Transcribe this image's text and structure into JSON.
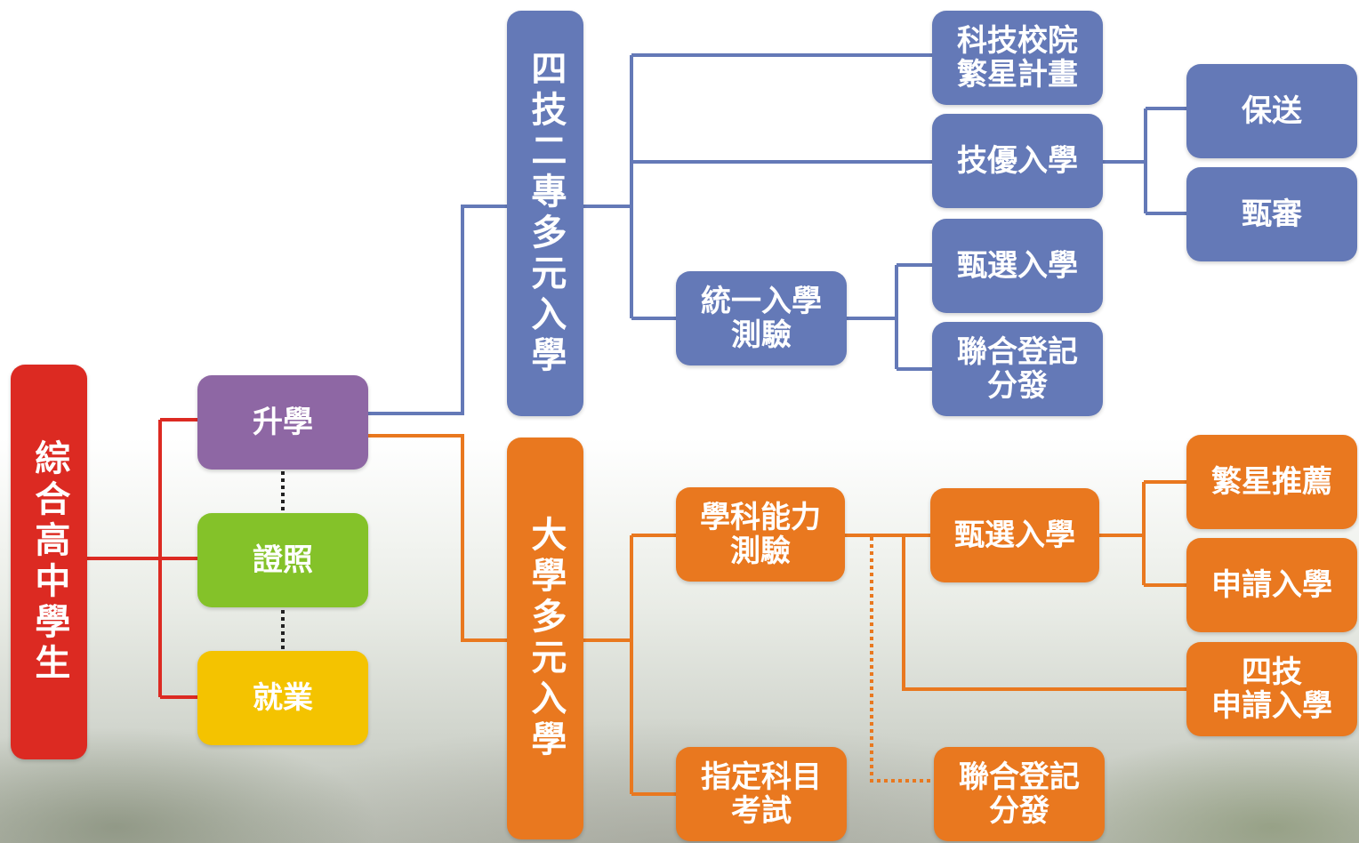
{
  "root": {
    "label": "綜合高中學生"
  },
  "options": {
    "study": "升學",
    "certificate": "證照",
    "employment": "就業"
  },
  "tech": {
    "label": "四技二專多元入學",
    "star_plan": "科技校院\n繁星計畫",
    "talent": "技優入學",
    "guaranteed": "保送",
    "screening": "甄審",
    "unified_exam": "統一入學\n測驗",
    "selection": "甄選入學",
    "joint_distribution": "聯合登記\n分發"
  },
  "univ": {
    "label": "大學多元入學",
    "gsat": "學科能力\n測驗",
    "selection": "甄選入學",
    "star_recommend": "繁星推薦",
    "personal_app": "申請入學",
    "tech_app": "四技\n申請入學",
    "ast": "指定科目\n考試",
    "joint_distribution": "聯合登記\n分發"
  },
  "colors": {
    "tech": "#6479b7",
    "univ": "#e9781f",
    "root": "#dc2a22",
    "study": "#8e67a4",
    "certificate": "#84c229",
    "employment": "#f4c300",
    "connector_dots": "#222222"
  }
}
